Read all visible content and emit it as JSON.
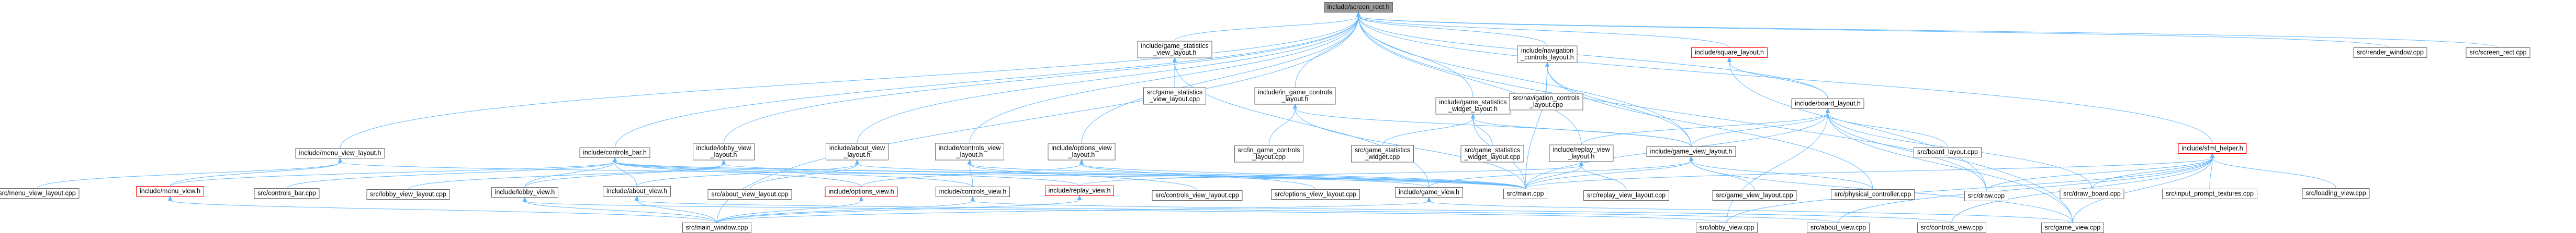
{
  "colors": {
    "root_fill": "#999999",
    "node_fill": "#ffffff",
    "node_border": "#666666",
    "warn_border": "#ff0000",
    "edge": "#63b8ff",
    "text": "#000000"
  },
  "nodes": [
    {
      "id": "root",
      "lines": [
        "include/screen_rect.h"
      ],
      "style": "root"
    },
    {
      "id": "game_stats_view_layout_h",
      "lines": [
        "include/game_statistics",
        "_view_layout.h"
      ]
    },
    {
      "id": "nav_controls_layout_h",
      "lines": [
        "include/navigation",
        "_controls_layout.h"
      ]
    },
    {
      "id": "square_layout_h",
      "lines": [
        "include/square_layout.h"
      ],
      "style": "warn"
    },
    {
      "id": "render_window_cpp",
      "lines": [
        "src/render_window.cpp"
      ]
    },
    {
      "id": "screen_rect_cpp",
      "lines": [
        "src/screen_rect.cpp"
      ]
    },
    {
      "id": "in_game_controls_layout_h",
      "lines": [
        "include/in_game_controls",
        "_layout.h"
      ]
    },
    {
      "id": "game_stats_view_layout_cpp",
      "lines": [
        "src/game_statistics",
        "_view_layout.cpp"
      ]
    },
    {
      "id": "game_stats_widget_layout_h",
      "lines": [
        "include/game_statistics",
        "_widget_layout.h"
      ]
    },
    {
      "id": "nav_controls_layout_cpp",
      "lines": [
        "src/navigation_controls",
        "_layout.cpp"
      ]
    },
    {
      "id": "board_layout_h",
      "lines": [
        "include/board_layout.h"
      ]
    },
    {
      "id": "menu_view_layout_h",
      "lines": [
        "include/menu_view_layout.h"
      ]
    },
    {
      "id": "controls_bar_h",
      "lines": [
        "include/controls_bar.h"
      ]
    },
    {
      "id": "lobby_view_layout_h",
      "lines": [
        "include/lobby_view",
        "_layout.h"
      ]
    },
    {
      "id": "about_view_layout_h",
      "lines": [
        "include/about_view",
        "_layout.h"
      ]
    },
    {
      "id": "controls_view_layout_h",
      "lines": [
        "include/controls_view",
        "_layout.h"
      ]
    },
    {
      "id": "options_view_layout_h",
      "lines": [
        "include/options_view",
        "_layout.h"
      ]
    },
    {
      "id": "in_game_controls_layout_cpp",
      "lines": [
        "src/in_game_controls",
        "_layout.cpp"
      ]
    },
    {
      "id": "game_stats_widget_cpp",
      "lines": [
        "src/game_statistics",
        "_widget.cpp"
      ]
    },
    {
      "id": "game_stats_widget_layout_cpp",
      "lines": [
        "src/game_statistics",
        "_widget_layout.cpp"
      ]
    },
    {
      "id": "replay_view_layout_h",
      "lines": [
        "include/replay_view",
        "_layout.h"
      ]
    },
    {
      "id": "game_view_layout_h",
      "lines": [
        "include/game_view_layout.h"
      ]
    },
    {
      "id": "board_layout_cpp",
      "lines": [
        "src/board_layout.cpp"
      ]
    },
    {
      "id": "sfml_helper_h",
      "lines": [
        "include/sfml_helper.h"
      ],
      "style": "warn"
    },
    {
      "id": "menu_view_layout_cpp",
      "lines": [
        "src/menu_view_layout.cpp"
      ]
    },
    {
      "id": "menu_view_h",
      "lines": [
        "include/menu_view.h"
      ],
      "style": "warn"
    },
    {
      "id": "controls_bar_cpp",
      "lines": [
        "src/controls_bar.cpp"
      ]
    },
    {
      "id": "lobby_view_layout_cpp",
      "lines": [
        "src/lobby_view_layout.cpp"
      ]
    },
    {
      "id": "lobby_view_h",
      "lines": [
        "include/lobby_view.h"
      ]
    },
    {
      "id": "about_view_h",
      "lines": [
        "include/about_view.h"
      ]
    },
    {
      "id": "about_view_layout_cpp",
      "lines": [
        "src/about_view_layout.cpp"
      ]
    },
    {
      "id": "options_view_h",
      "lines": [
        "include/options_view.h"
      ],
      "style": "warn"
    },
    {
      "id": "controls_view_h",
      "lines": [
        "include/controls_view.h"
      ]
    },
    {
      "id": "replay_view_h",
      "lines": [
        "include/replay_view.h"
      ],
      "style": "warn"
    },
    {
      "id": "controls_view_layout_cpp",
      "lines": [
        "src/controls_view_layout.cpp"
      ]
    },
    {
      "id": "options_view_layout_cpp",
      "lines": [
        "src/options_view_layout.cpp"
      ]
    },
    {
      "id": "game_view_h",
      "lines": [
        "include/game_view.h"
      ]
    },
    {
      "id": "main_cpp",
      "lines": [
        "src/main.cpp"
      ]
    },
    {
      "id": "replay_view_layout_cpp",
      "lines": [
        "src/replay_view_layout.cpp"
      ]
    },
    {
      "id": "game_view_layout_cpp",
      "lines": [
        "src/game_view_layout.cpp"
      ]
    },
    {
      "id": "physical_controller_cpp",
      "lines": [
        "src/physical_controller.cpp"
      ]
    },
    {
      "id": "draw_cpp",
      "lines": [
        "src/draw.cpp"
      ]
    },
    {
      "id": "draw_board_cpp",
      "lines": [
        "src/draw_board.cpp"
      ]
    },
    {
      "id": "input_prompt_textures_cpp",
      "lines": [
        "src/input_prompt_textures.cpp"
      ]
    },
    {
      "id": "loading_view_cpp",
      "lines": [
        "src/loading_view.cpp"
      ]
    },
    {
      "id": "main_window_cpp",
      "lines": [
        "src/main_window.cpp"
      ]
    },
    {
      "id": "lobby_view_cpp",
      "lines": [
        "src/lobby_view.cpp"
      ]
    },
    {
      "id": "about_view_cpp",
      "lines": [
        "src/about_view.cpp"
      ]
    },
    {
      "id": "controls_view_cpp",
      "lines": [
        "src/controls_view.cpp"
      ]
    },
    {
      "id": "game_view_cpp",
      "lines": [
        "src/game_view.cpp"
      ]
    }
  ],
  "edges": [
    [
      "root",
      "game_stats_view_layout_h"
    ],
    [
      "root",
      "nav_controls_layout_h"
    ],
    [
      "root",
      "square_layout_h"
    ],
    [
      "root",
      "render_window_cpp"
    ],
    [
      "root",
      "screen_rect_cpp"
    ],
    [
      "root",
      "in_game_controls_layout_h"
    ],
    [
      "root",
      "game_stats_widget_layout_h"
    ],
    [
      "root",
      "board_layout_h"
    ],
    [
      "root",
      "menu_view_layout_h"
    ],
    [
      "root",
      "controls_bar_h"
    ],
    [
      "root",
      "lobby_view_layout_h"
    ],
    [
      "root",
      "about_view_layout_h"
    ],
    [
      "root",
      "controls_view_layout_h"
    ],
    [
      "root",
      "options_view_layout_h"
    ],
    [
      "root",
      "replay_view_layout_h"
    ],
    [
      "root",
      "game_view_layout_h"
    ],
    [
      "root",
      "sfml_helper_h"
    ],
    [
      "root",
      "main_window_cpp"
    ],
    [
      "root",
      "game_view_cpp"
    ],
    [
      "game_stats_view_layout_h",
      "game_stats_view_layout_cpp"
    ],
    [
      "game_stats_view_layout_h",
      "game_view_h"
    ],
    [
      "nav_controls_layout_h",
      "nav_controls_layout_cpp"
    ],
    [
      "nav_controls_layout_h",
      "game_view_layout_h"
    ],
    [
      "nav_controls_layout_h",
      "main_cpp"
    ],
    [
      "nav_controls_layout_h",
      "physical_controller_cpp"
    ],
    [
      "square_layout_h",
      "board_layout_h"
    ],
    [
      "square_layout_h",
      "draw_cpp"
    ],
    [
      "in_game_controls_layout_h",
      "in_game_controls_layout_cpp"
    ],
    [
      "in_game_controls_layout_h",
      "game_view_layout_h"
    ],
    [
      "in_game_controls_layout_h",
      "main_cpp"
    ],
    [
      "game_stats_widget_layout_h",
      "game_stats_widget_cpp"
    ],
    [
      "game_stats_widget_layout_h",
      "game_stats_widget_layout_cpp"
    ],
    [
      "game_stats_widget_layout_h",
      "game_view_layout_h"
    ],
    [
      "game_stats_widget_layout_h",
      "main_cpp"
    ],
    [
      "board_layout_h",
      "board_layout_cpp"
    ],
    [
      "board_layout_h",
      "game_view_layout_h"
    ],
    [
      "board_layout_h",
      "replay_view_layout_h"
    ],
    [
      "board_layout_h",
      "draw_cpp"
    ],
    [
      "board_layout_h",
      "draw_board_cpp"
    ],
    [
      "board_layout_h",
      "main_cpp"
    ],
    [
      "board_layout_h",
      "lobby_view_cpp"
    ],
    [
      "board_layout_h",
      "game_view_cpp"
    ],
    [
      "menu_view_layout_h",
      "menu_view_layout_cpp"
    ],
    [
      "menu_view_layout_h",
      "menu_view_h"
    ],
    [
      "menu_view_layout_h",
      "main_cpp"
    ],
    [
      "controls_bar_h",
      "controls_bar_cpp"
    ],
    [
      "controls_bar_h",
      "menu_view_h"
    ],
    [
      "controls_bar_h",
      "lobby_view_h"
    ],
    [
      "controls_bar_h",
      "about_view_h"
    ],
    [
      "controls_bar_h",
      "options_view_h"
    ],
    [
      "controls_bar_h",
      "controls_view_h"
    ],
    [
      "controls_bar_h",
      "replay_view_h"
    ],
    [
      "controls_bar_h",
      "game_view_h"
    ],
    [
      "controls_bar_h",
      "main_cpp"
    ],
    [
      "lobby_view_layout_h",
      "lobby_view_layout_cpp"
    ],
    [
      "lobby_view_layout_h",
      "lobby_view_h"
    ],
    [
      "lobby_view_layout_h",
      "main_cpp"
    ],
    [
      "about_view_layout_h",
      "about_view_h"
    ],
    [
      "about_view_layout_h",
      "about_view_layout_cpp"
    ],
    [
      "about_view_layout_h",
      "main_cpp"
    ],
    [
      "controls_view_layout_h",
      "controls_view_h"
    ],
    [
      "controls_view_layout_h",
      "controls_view_layout_cpp"
    ],
    [
      "controls_view_layout_h",
      "main_cpp"
    ],
    [
      "options_view_layout_h",
      "options_view_h"
    ],
    [
      "options_view_layout_h",
      "options_view_layout_cpp"
    ],
    [
      "options_view_layout_h",
      "main_cpp"
    ],
    [
      "replay_view_layout_h",
      "replay_view_h"
    ],
    [
      "replay_view_layout_h",
      "replay_view_layout_cpp"
    ],
    [
      "replay_view_layout_h",
      "main_cpp"
    ],
    [
      "game_view_layout_h",
      "game_view_h"
    ],
    [
      "game_view_layout_h",
      "main_cpp"
    ],
    [
      "game_view_layout_h",
      "game_view_layout_cpp"
    ],
    [
      "game_view_layout_h",
      "physical_controller_cpp"
    ],
    [
      "game_view_layout_h",
      "game_view_cpp"
    ],
    [
      "sfml_helper_h",
      "main_cpp"
    ],
    [
      "sfml_helper_h",
      "draw_cpp"
    ],
    [
      "sfml_helper_h",
      "draw_board_cpp"
    ],
    [
      "sfml_helper_h",
      "input_prompt_textures_cpp"
    ],
    [
      "sfml_helper_h",
      "loading_view_cpp"
    ],
    [
      "sfml_helper_h",
      "lobby_view_cpp"
    ],
    [
      "sfml_helper_h",
      "about_view_cpp"
    ],
    [
      "sfml_helper_h",
      "controls_view_cpp"
    ],
    [
      "sfml_helper_h",
      "game_view_cpp"
    ],
    [
      "menu_view_h",
      "main_window_cpp"
    ],
    [
      "lobby_view_h",
      "main_window_cpp"
    ],
    [
      "lobby_view_h",
      "lobby_view_cpp"
    ],
    [
      "about_view_h",
      "main_window_cpp"
    ],
    [
      "about_view_h",
      "about_view_cpp"
    ],
    [
      "options_view_h",
      "main_window_cpp"
    ],
    [
      "controls_view_h",
      "main_window_cpp"
    ],
    [
      "controls_view_h",
      "controls_view_cpp"
    ],
    [
      "replay_view_h",
      "main_window_cpp"
    ],
    [
      "game_view_h",
      "main_window_cpp"
    ],
    [
      "game_view_h",
      "game_view_cpp"
    ]
  ]
}
